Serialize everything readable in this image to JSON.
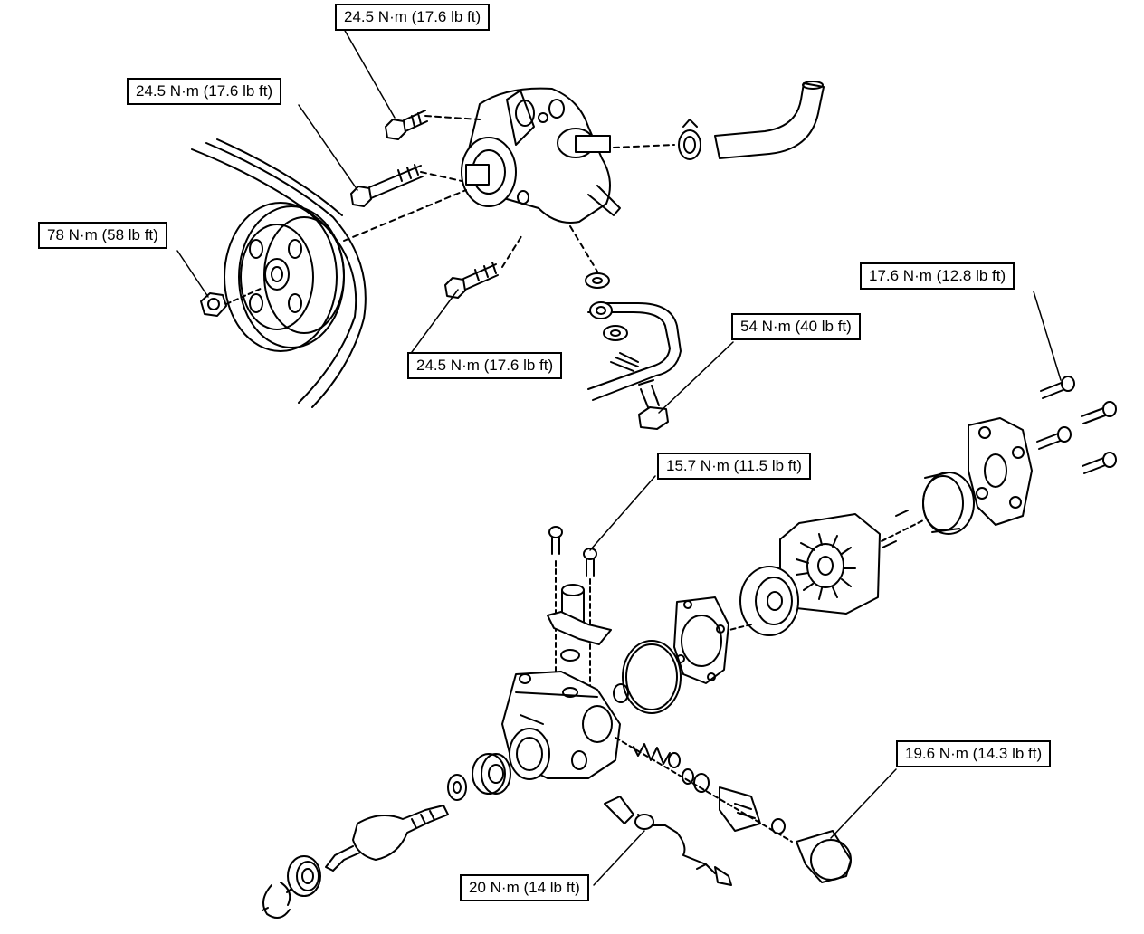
{
  "torque_labels": {
    "pump_top_bolt": "24.5 N·m (17.6 lb ft)",
    "pump_long_bolt": "24.5 N·m (17.6 lb ft)",
    "pump_lower_bolt": "24.5 N·m (17.6 lb ft)",
    "pulley_nut": "78 N·m (58 lb ft)",
    "rear_cover_bolts": "17.6 N·m (12.8 lb ft)",
    "union_bolt": "54 N·m (40 lb ft)",
    "suction_port_bolts": "15.7 N·m (11.5 lb ft)",
    "flow_control_plug": "19.6 N·m (14.3 lb ft)",
    "pressure_switch": "20 N·m (14 lb ft)"
  }
}
